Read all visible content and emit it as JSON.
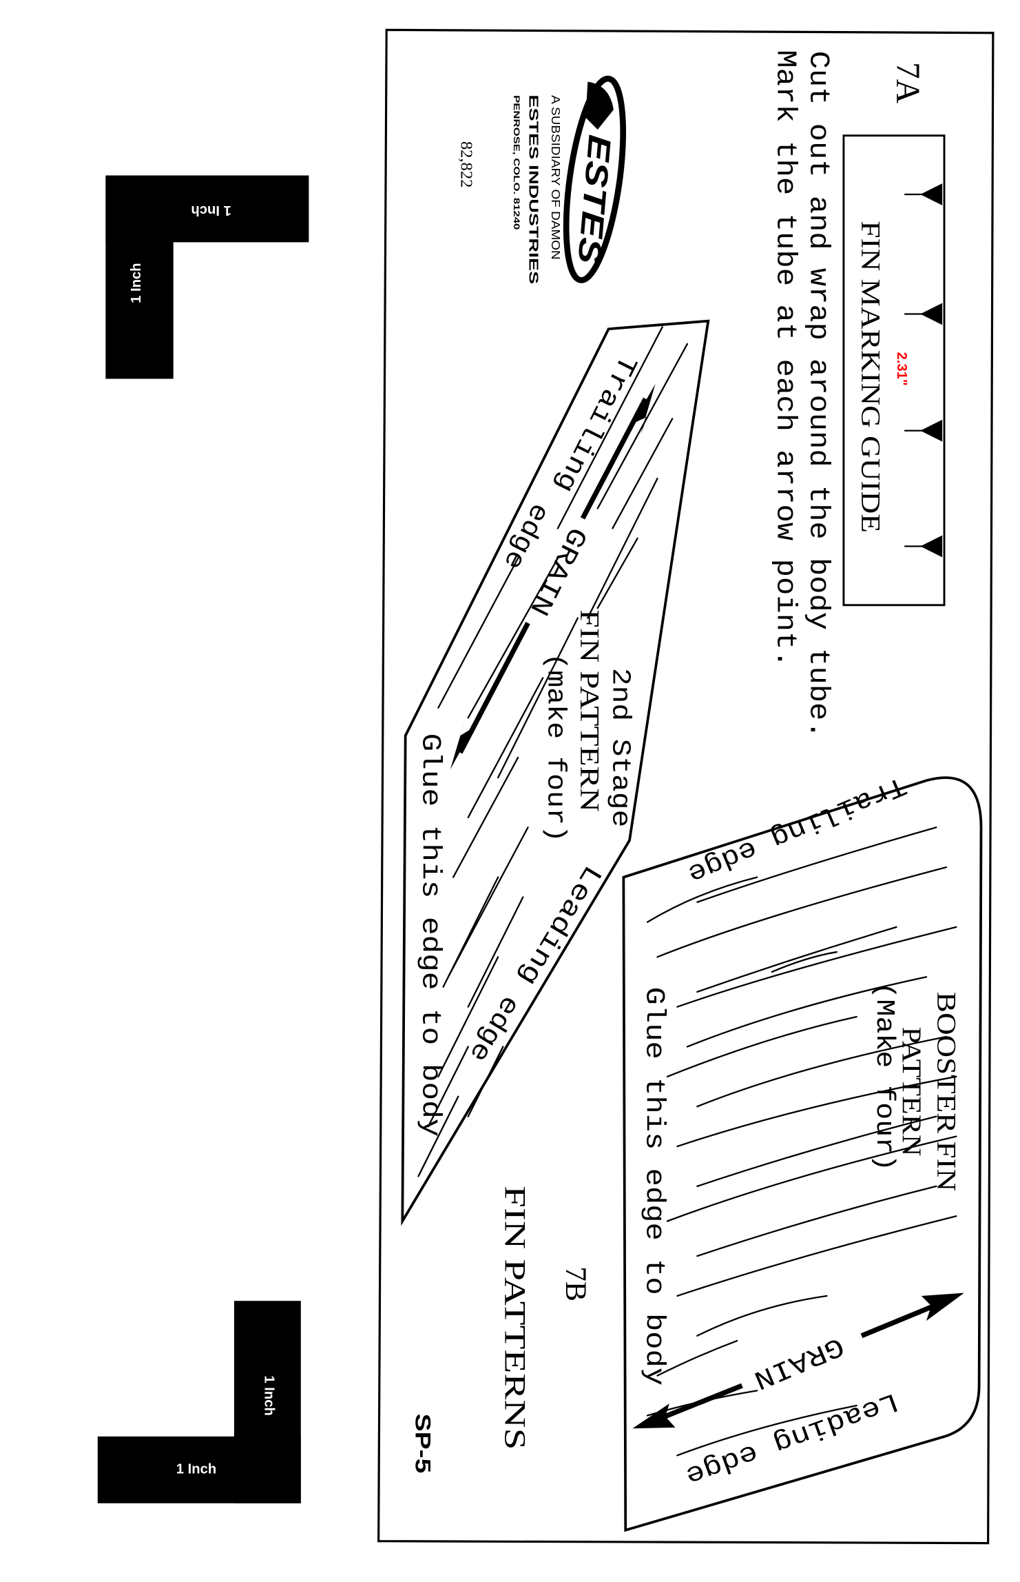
{
  "calibration": {
    "top_horizontal": "1 Inch",
    "top_vertical": "1 Inch",
    "bottom_vertical": "1 Inch",
    "bottom_horizontal": "1 Inch"
  },
  "guide": {
    "section": "7A",
    "title": "FIN MARKING GUIDE",
    "spacing": "2.31\"",
    "instruction_1": "Cut out and wrap around the body tube.",
    "instruction_2": "Mark the tube at each arrow point.",
    "arrow_count": 4
  },
  "logo": {
    "brand": "ESTES",
    "subsidiary": "A SUBSIDIARY OF DAMON",
    "company": "ESTES INDUSTRIES",
    "address": "PENROSE, COLO. 81240",
    "number": "82,822"
  },
  "second_stage_fin": {
    "title_1": "2nd Stage",
    "title_2": "FIN PATTERN",
    "title_3": "(make four)",
    "trailing_1": "Trailing",
    "trailing_2": "edge",
    "leading_1": "Leading",
    "leading_2": "edge",
    "grain": "GRAIN",
    "glue": "Glue this edge to body"
  },
  "booster_fin": {
    "title_1": "BOOSTER FIN",
    "title_2": "PATTERN",
    "title_3": "(Make four)",
    "trailing": "Trailing edge",
    "leading": "Leading edge",
    "grain": "GRAIN",
    "glue": "Glue this edge to body"
  },
  "footer": {
    "section": "7B",
    "title": "FIN PATTERNS",
    "code": "SP-5"
  },
  "colors": {
    "ink": "#000000",
    "dimension": "#ff0000"
  }
}
